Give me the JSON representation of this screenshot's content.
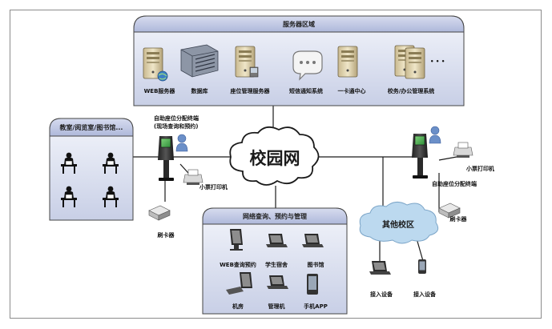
{
  "server_region": {
    "title": "服务器区域",
    "items": [
      "WEB服务器",
      "数据库",
      "座位管理服务器",
      "短信通知系统",
      "一卡通中心",
      "校务/办公管理系统"
    ],
    "ellipsis": "• • •"
  },
  "campus_network": "校园网",
  "classroom_box": {
    "title": "教室/阅览室/图书馆..."
  },
  "left_terminal": {
    "label_line1": "自助座位分配终端",
    "label_line2": "(现场查询和预约)"
  },
  "left_printer": "小票打印机",
  "left_card_reader": "刷卡器",
  "network_query": {
    "title": "网络查询、预约与管理",
    "items": [
      "WEB查询预约",
      "学生宿舍",
      "图书馆",
      "机房",
      "管理机",
      "手机APP"
    ]
  },
  "other_campus": {
    "title": "其他校区",
    "devices": [
      "接入设备",
      "接入设备"
    ]
  },
  "right_terminal": "自助座位分配终端",
  "right_printer": "小票打印机",
  "right_card_reader": "刷卡器",
  "colors": {
    "panel_top": "#e6eaf6",
    "panel_bottom": "#c3cbe3",
    "panel_border": "#4a4a4a",
    "cloud_blue": "#bcd9ef"
  }
}
